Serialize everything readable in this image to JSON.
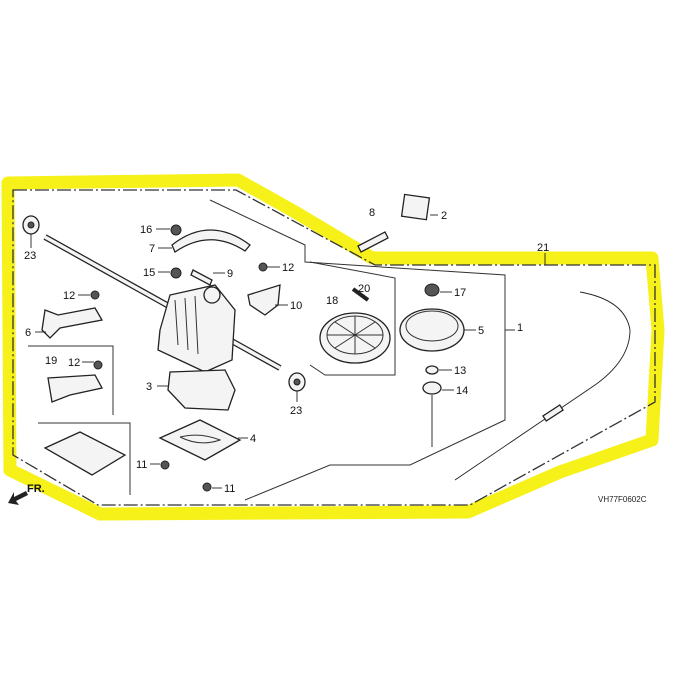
{
  "diagram": {
    "callouts": {
      "c23a": "23",
      "c16": "16",
      "c7": "7",
      "c15": "15",
      "c9": "9",
      "c12a": "12",
      "c12b": "12",
      "c12c": "12",
      "c10": "10",
      "c6": "6",
      "c19": "19",
      "c3": "3",
      "c23b": "23",
      "c4": "4",
      "c11a": "11",
      "c11b": "11",
      "c8": "8",
      "c2": "2",
      "c21": "21",
      "c18": "18",
      "c20": "20",
      "c17": "17",
      "c5": "5",
      "c1": "1",
      "c13": "13",
      "c14": "14"
    },
    "drawing_code": "VH77F0602C",
    "front_arrow": "FR.",
    "highlight_color": "#f5f000"
  }
}
